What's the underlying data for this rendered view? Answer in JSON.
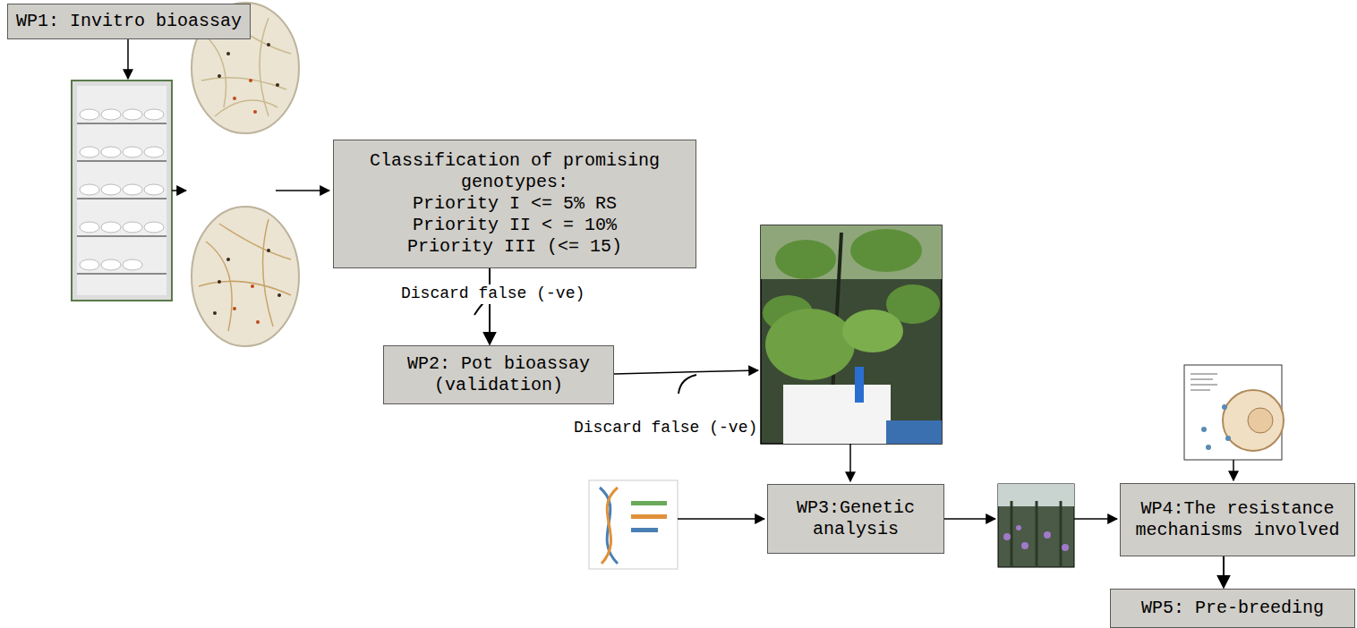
{
  "diagram": {
    "nodes": [
      {
        "text": [
          "WP1: Invitro bioassay"
        ]
      },
      {
        "text": [
          "Classification of promising genotypes:",
          "Priority I <= 5% RS",
          "Priority II < = 10%",
          "Priority III (<= 15)"
        ]
      },
      {
        "text": [
          "WP2: Pot bioassay (validation)"
        ]
      },
      {
        "text": [
          "WP3:Genetic analysis"
        ]
      },
      {
        "text": [
          "WP4:The resistance mechanisms involved"
        ]
      },
      {
        "text": [
          "WP5: Pre-breeding"
        ]
      }
    ],
    "edges": [
      {
        "from": 1,
        "to": 2,
        "arrow": "to",
        "label": "Discard false (-ve)"
      },
      {
        "from": 4,
        "to": 5,
        "arrow": "to"
      }
    ],
    "labels": [
      "Discard false (-ve)"
    ]
  }
}
